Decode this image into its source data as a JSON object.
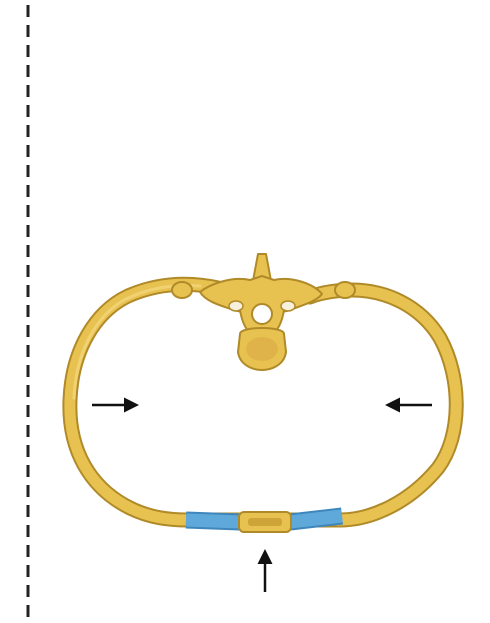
{
  "figure": {
    "subject": "rib-cage-cross-section",
    "colors": {
      "bone": "#E8C250",
      "bone_outline": "#B08A28",
      "bone_shadow": "#C99F34",
      "bone_highlight": "#F3D67A",
      "cartilage": "#5EA9DA",
      "cartilage_outline": "#3E86BC",
      "sternum": "#D9A845",
      "arrow": "#111111",
      "midline": "#222222",
      "background": "#FFFFFF"
    },
    "arrows": [
      {
        "name": "left-compression-arrow",
        "direction": "right"
      },
      {
        "name": "right-compression-arrow",
        "direction": "left"
      },
      {
        "name": "bottom-compression-arrow",
        "direction": "up"
      }
    ]
  }
}
